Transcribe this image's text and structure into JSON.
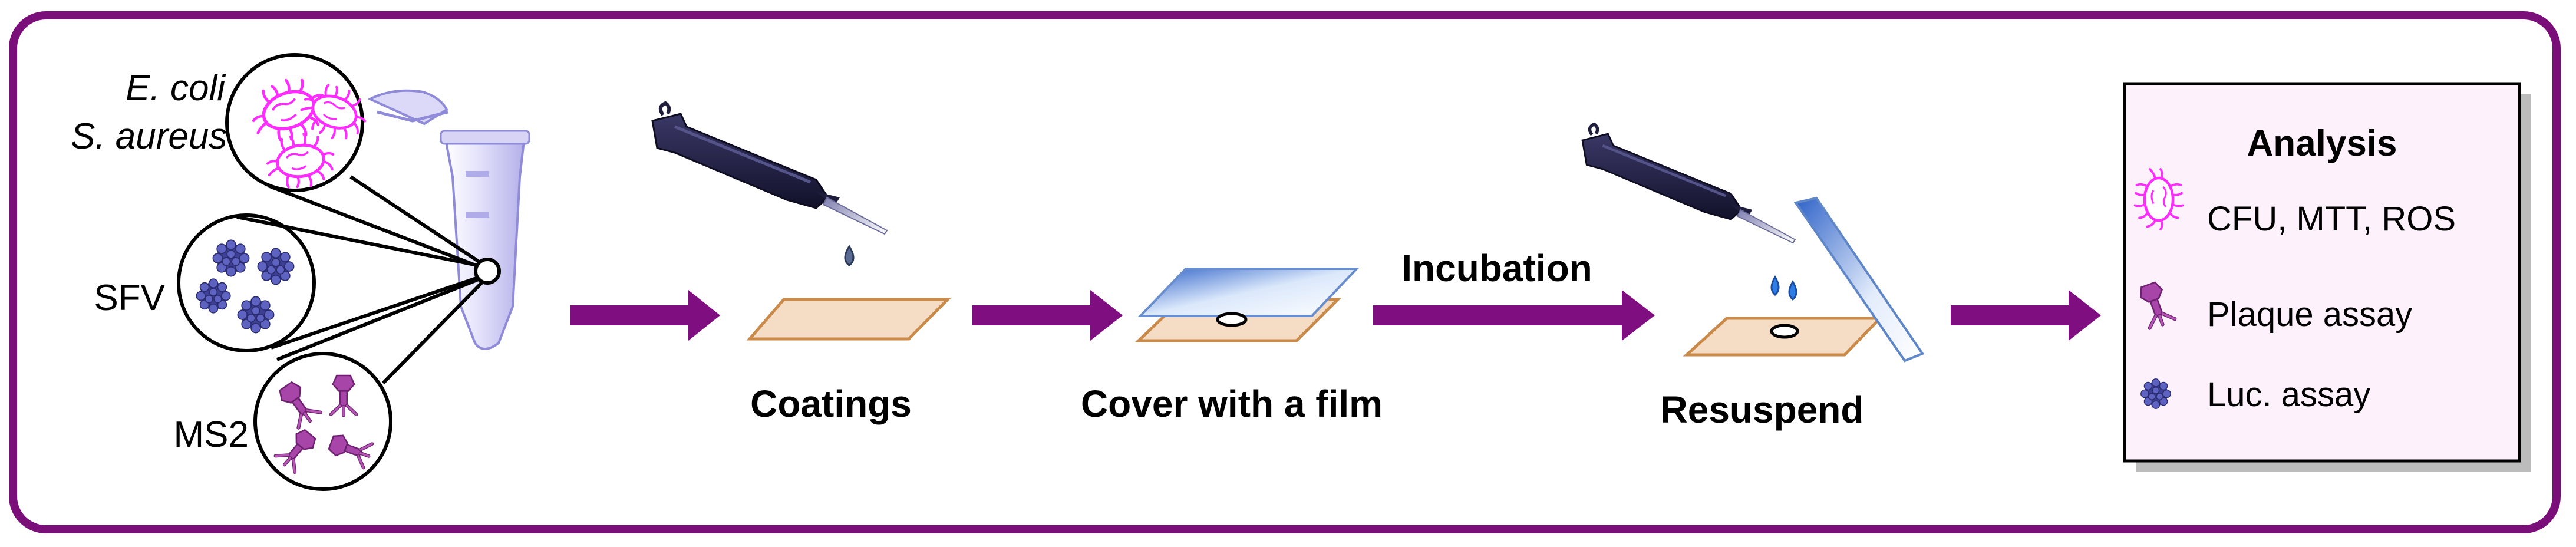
{
  "organisms": {
    "ecoli": "E. coli",
    "saureus": "S. aureus",
    "sfv": "SFV",
    "ms2": "MS2"
  },
  "steps": {
    "coatings": "Coatings",
    "cover": "Cover with a film",
    "incubation": "Incubation",
    "resuspend": "Resuspend"
  },
  "analysis": {
    "title": "Analysis",
    "items": [
      {
        "label": "CFU, MTT,  ROS",
        "icon": "bacterium-icon"
      },
      {
        "label": "Plaque assay",
        "icon": "bacteriophage-icon"
      },
      {
        "label": "Luc. assay",
        "icon": "virus-icon"
      }
    ]
  },
  "colors": {
    "frame": "#7a0f7a",
    "arrow": "#7f0f80",
    "bacteria": "#ff2cff",
    "phage": "#9b3aa0",
    "virus": "#4a4fa8",
    "coating": "#f5dcc4",
    "coating_edge": "#c98a4a",
    "film": "#5a8ad0",
    "tube": "#c9c6f2",
    "pipette": "#1e1d3c"
  }
}
